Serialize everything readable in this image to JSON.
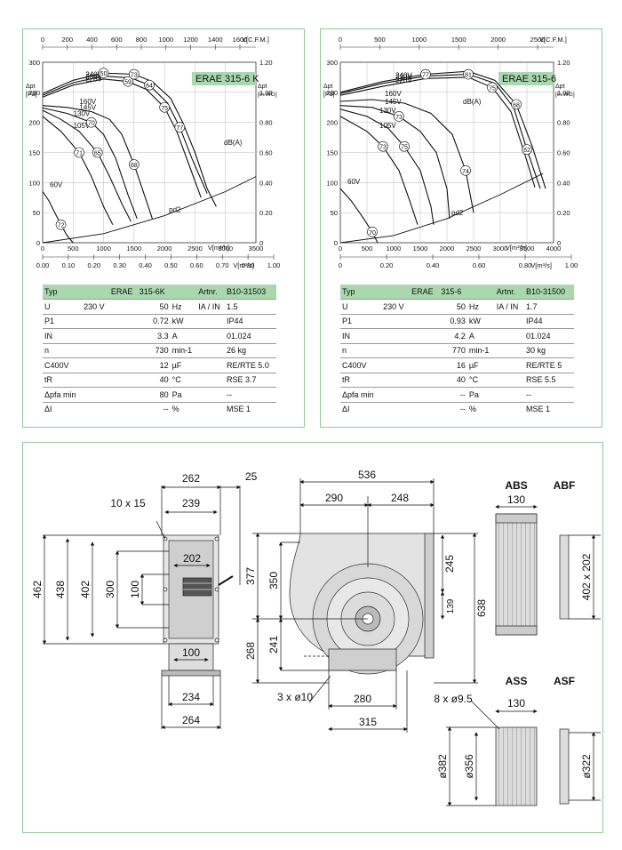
{
  "charts": [
    {
      "model": "ERAE 315-6 K",
      "cfm_ticks": [
        "0",
        "200",
        "400",
        "600",
        "800",
        "1000",
        "1200",
        "1400",
        "1600"
      ],
      "cfm_unit": "V[C.F.M.]",
      "pa_ticks": [
        "0",
        "50",
        "100",
        "150",
        "200",
        "250",
        "300"
      ],
      "pa_unit": "[Pa]",
      "wg_ticks": [
        "0",
        "0.20",
        "0.40",
        "0.60",
        "0.80",
        "1.00",
        "1.20"
      ],
      "wg_unit": "[in.WG]",
      "m3h_ticks": [
        "0",
        "500",
        "1000",
        "1500",
        "2000",
        "2500",
        "3000",
        "3500"
      ],
      "m3h_unit": "V[m³/h]",
      "m3s_ticks": [
        "0.00",
        "0.10",
        "0.20",
        "0.30",
        "0.40",
        "0.50",
        "0.60",
        "0.70",
        "0.80",
        "1.00"
      ],
      "m3s_unit": "V[m³/s]",
      "voltages": [
        "240V",
        "220V",
        "230V",
        "160V",
        "145V",
        "130V",
        "105V",
        "60V"
      ],
      "db_labels": [
        "50",
        "59",
        "64",
        "68",
        "70",
        "65",
        "71",
        "72",
        "73",
        "75",
        "77"
      ],
      "db_unit": "dB(A)",
      "pd2": "pd2",
      "chart_data": {
        "type": "line",
        "xlabel": "V[m³/h]",
        "ylabel": "Δpt [Pa]",
        "xlim": [
          0,
          3500
        ],
        "ylim": [
          0,
          300
        ],
        "series": [
          {
            "name": "240V",
            "x": [
              0,
              500,
              1000,
              1500,
              1800,
              2100,
              2300,
              2500,
              2700,
              2850
            ],
            "y": [
              248,
              270,
              282,
              280,
              268,
              240,
              200,
              150,
              90,
              60
            ]
          },
          {
            "name": "220V",
            "x": [
              0,
              500,
              1000,
              1400,
              1700,
              2000,
              2200,
              2400,
              2600
            ],
            "y": [
              242,
              262,
              272,
              268,
              255,
              225,
              185,
              130,
              75
            ]
          },
          {
            "name": "230V",
            "x": [
              0,
              500,
              1000,
              1450,
              1750,
              2050,
              2250,
              2450,
              2700
            ],
            "y": [
              245,
              266,
              277,
              274,
              262,
              232,
              192,
              140,
              82
            ]
          },
          {
            "name": "160V",
            "x": [
              0,
              400,
              800,
              1100,
              1300,
              1500,
              1700,
              1800
            ],
            "y": [
              228,
              225,
              218,
              205,
              180,
              130,
              70,
              40
            ]
          },
          {
            "name": "145V",
            "x": [
              0,
              400,
              800,
              1000,
              1200,
              1400,
              1550
            ],
            "y": [
              224,
              215,
              200,
              180,
              140,
              80,
              40
            ]
          },
          {
            "name": "130V",
            "x": [
              0,
              300,
              600,
              900,
              1100,
              1300,
              1450
            ],
            "y": [
              220,
              205,
              185,
              150,
              110,
              65,
              35
            ]
          },
          {
            "name": "105V",
            "x": [
              0,
              300,
              600,
              800,
              1000,
              1150
            ],
            "y": [
              210,
              185,
              150,
              110,
              60,
              30
            ]
          },
          {
            "name": "60V",
            "x": [
              0,
              100,
              200,
              300,
              400,
              500
            ],
            "y": [
              85,
              70,
              50,
              30,
              12,
              0
            ]
          },
          {
            "name": "pd2",
            "x": [
              0,
              1000,
              2000,
              3000,
              3500
            ],
            "y": [
              0,
              15,
              45,
              85,
              110
            ]
          }
        ]
      },
      "spec": {
        "header": [
          "Typ",
          "ERAE",
          "315-6K",
          "Artnr.",
          "B10-31503"
        ],
        "rows": [
          [
            "U",
            "230",
            "V",
            "50",
            "Hz",
            "IA / IN",
            "1.5"
          ],
          [
            "P1",
            "",
            "",
            "0.72",
            "kW",
            "",
            "IP44"
          ],
          [
            "IN",
            "",
            "",
            "3.3",
            "A",
            "",
            "01.024"
          ],
          [
            "n",
            "",
            "",
            "730",
            "min-1",
            "",
            "26 kg"
          ],
          [
            "C400V",
            "",
            "",
            "12",
            "µF",
            "",
            "RE/RTE 5.0"
          ],
          [
            "tR",
            "",
            "",
            "40",
            "°C",
            "",
            "RSE 3.7"
          ],
          [
            "Δpfa min",
            "",
            "",
            "80",
            "Pa",
            "",
            "--"
          ],
          [
            "ΔI",
            "",
            "",
            "--",
            "%",
            "",
            "MSE 1"
          ]
        ]
      }
    },
    {
      "model": "ERAE 315-6",
      "cfm_ticks": [
        "0",
        "500",
        "1000",
        "1500",
        "2000",
        "2500"
      ],
      "cfm_unit": "V[C.F.M.]",
      "pa_ticks": [
        "0",
        "50",
        "100",
        "150",
        "200",
        "250",
        "300"
      ],
      "pa_unit": "[Pa]",
      "wg_ticks": [
        "0",
        "0.20",
        "0.40",
        "0.60",
        "0.80",
        "1.00",
        "1.20"
      ],
      "wg_unit": "[in.WG]",
      "m3h_ticks": [
        "0",
        "500",
        "1000",
        "1500",
        "2000",
        "2500",
        "3000",
        "3500",
        "4000"
      ],
      "m3h_unit": "V[m³/h]",
      "m3s_ticks": [
        "0",
        "0.20",
        "0.40",
        "0.60",
        "0.80",
        "1.00"
      ],
      "m3s_unit": "V[m³/s]",
      "voltages": [
        "160V",
        "145V",
        "130V",
        "105V",
        "60V",
        "220V",
        "230V",
        "240V"
      ],
      "db_labels": [
        "77",
        "81",
        "75",
        "74",
        "73",
        "75",
        "73",
        "70",
        "68",
        "62"
      ],
      "db_unit": "dB(A)",
      "pd2": "pd2",
      "chart_data": {
        "type": "line",
        "xlabel": "V[m³/h]",
        "ylabel": "Δpt [Pa]",
        "xlim": [
          0,
          4000
        ],
        "ylim": [
          0,
          300
        ],
        "series": [
          {
            "name": "240V",
            "x": [
              0,
              800,
              1600,
              2400,
              2900,
              3300,
              3600,
              3850
            ],
            "y": [
              250,
              268,
              280,
              285,
              270,
              230,
              160,
              90
            ]
          },
          {
            "name": "230V",
            "x": [
              0,
              800,
              1600,
              2400,
              2900,
              3250,
              3500,
              3750
            ],
            "y": [
              248,
              265,
              277,
              280,
              265,
              225,
              155,
              90
            ]
          },
          {
            "name": "220V",
            "x": [
              0,
              800,
              1600,
              2400,
              2850,
              3200,
              3450,
              3650
            ],
            "y": [
              245,
              260,
              273,
              275,
              258,
              218,
              150,
              92
            ]
          },
          {
            "name": "160V",
            "x": [
              0,
              600,
              1200,
              1700,
              2100,
              2350,
              2500
            ],
            "y": [
              235,
              238,
              232,
              215,
              180,
              120,
              50
            ]
          },
          {
            "name": "145V",
            "x": [
              0,
              600,
              1100,
              1500,
              1800,
              2000,
              2050
            ],
            "y": [
              228,
              225,
              210,
              185,
              150,
              90,
              40
            ]
          },
          {
            "name": "130V",
            "x": [
              0,
              500,
              900,
              1200,
              1500,
              1700,
              1750
            ],
            "y": [
              222,
              210,
              190,
              160,
              120,
              60,
              30
            ]
          },
          {
            "name": "105V",
            "x": [
              0,
              500,
              800,
              1100,
              1300,
              1450
            ],
            "y": [
              210,
              185,
              160,
              120,
              70,
              30
            ]
          },
          {
            "name": "60V",
            "x": [
              0,
              200,
              400,
              600,
              700
            ],
            "y": [
              90,
              70,
              45,
              18,
              0
            ]
          },
          {
            "name": "pd2",
            "x": [
              0,
              1000,
              2000,
              3000,
              3800
            ],
            "y": [
              0,
              12,
              40,
              80,
              115
            ]
          }
        ]
      },
      "spec": {
        "header": [
          "Typ",
          "ERAE",
          "315-6",
          "Artnr.",
          "B10-31500"
        ],
        "rows": [
          [
            "U",
            "230",
            "V",
            "50",
            "Hz",
            "IA / IN",
            "1.7"
          ],
          [
            "P1",
            "",
            "",
            "0.93",
            "kW",
            "",
            "IP44"
          ],
          [
            "IN",
            "",
            "",
            "4.2",
            "A",
            "",
            "01.024"
          ],
          [
            "n",
            "",
            "",
            "770",
            "min-1",
            "",
            "30 kg"
          ],
          [
            "C400V",
            "",
            "",
            "16",
            "µF",
            "",
            "RE/RTE 5"
          ],
          [
            "tR",
            "",
            "",
            "40",
            "°C",
            "",
            "RSE 5.5"
          ],
          [
            "Δpfa min",
            "",
            "",
            "--",
            "Pa",
            "",
            "--"
          ],
          [
            "ΔI",
            "",
            "",
            "--",
            "%",
            "",
            "MSE 1"
          ]
        ]
      }
    }
  ],
  "drawing": {
    "side": {
      "d262": "262",
      "d25": "25",
      "d239": "239",
      "d10x15": "10 x 15",
      "d202": "202",
      "d462": "462",
      "d438": "438",
      "d402": "402",
      "d300": "300",
      "d100v": "100",
      "d100h": "100",
      "d234": "234",
      "d264": "264"
    },
    "front": {
      "d536": "536",
      "d290": "290",
      "d248": "248",
      "d377": "377",
      "d350": "350",
      "d245": "245",
      "d139": "139",
      "d638": "638",
      "d268": "268",
      "d241": "241",
      "d3x10": "3 x ø10",
      "d280": "280",
      "d315": "315"
    },
    "acc": {
      "abs": "ABS",
      "abf": "ABF",
      "ass": "ASS",
      "asf": "ASF",
      "d130a": "130",
      "d402x202": "402 x 202",
      "d8x95": "8 x ø9.5",
      "d130b": "130",
      "d382": "ø382",
      "d356": "ø356",
      "d322": "ø322"
    }
  }
}
